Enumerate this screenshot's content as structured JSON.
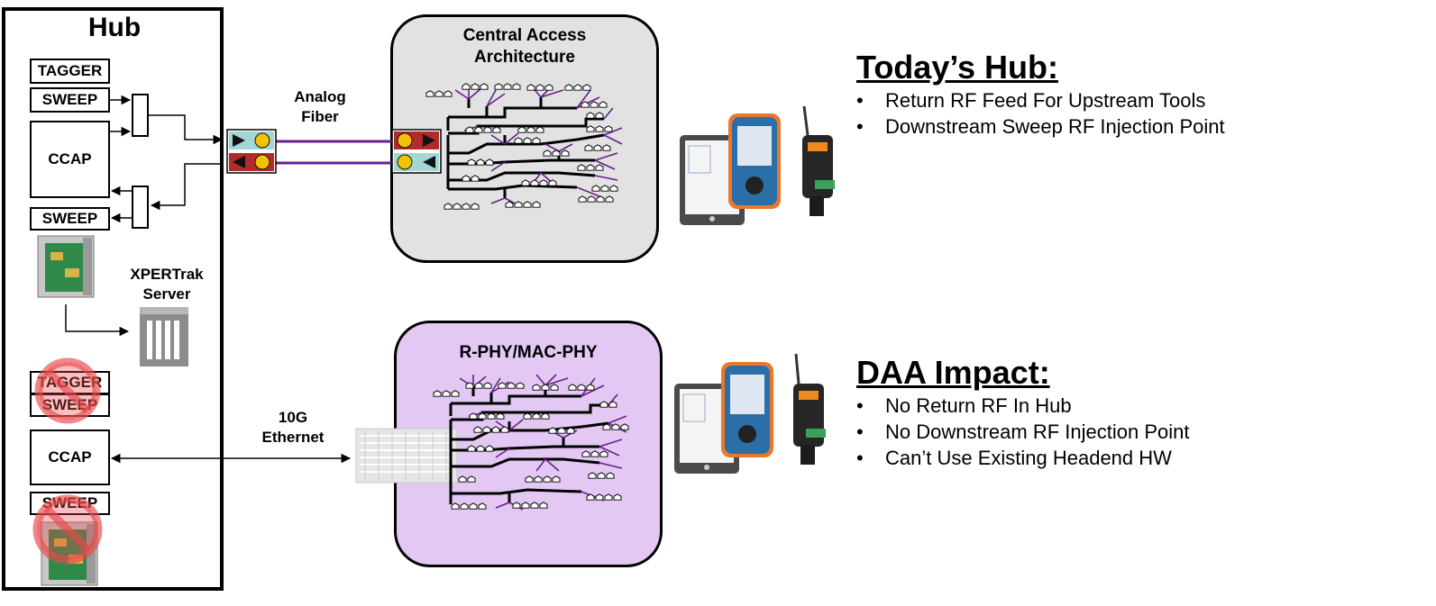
{
  "hub": {
    "title": "Hub",
    "top": {
      "tagger": "TAGGER",
      "sweep_1": "SWEEP",
      "ccap": "CCAP",
      "sweep_2": "SWEEP"
    },
    "server_label": "XPERTrak\nServer",
    "bottom": {
      "tagger": "TAGGER",
      "sweep_1": "SWEEP",
      "ccap": "CCAP",
      "sweep_2": "SWEEP"
    }
  },
  "links": {
    "analog_fiber": "Analog\nFiber",
    "ethernet": "10G\nEthernet"
  },
  "panels": {
    "central": {
      "title": "Central Access\nArchitecture",
      "color": "#e2e2e2"
    },
    "rphy": {
      "title": "R-PHY/MAC-PHY",
      "color": "#e2c8f2"
    }
  },
  "todays_hub": {
    "heading": "Today’s Hub:",
    "bullets": [
      "Return RF Feed For Upstream Tools",
      "Downstream Sweep RF Injection Point"
    ]
  },
  "daa_impact": {
    "heading": "DAA Impact:",
    "bullets": [
      "No Return RF In Hub",
      "No Downstream RF Injection Point",
      "Can’t Use Existing Headend HW"
    ]
  },
  "colors": {
    "fiber": "#6a1f8c",
    "node_teal": "#a3d7d5",
    "node_red": "#b22a2a",
    "strike": "#e8484a"
  }
}
